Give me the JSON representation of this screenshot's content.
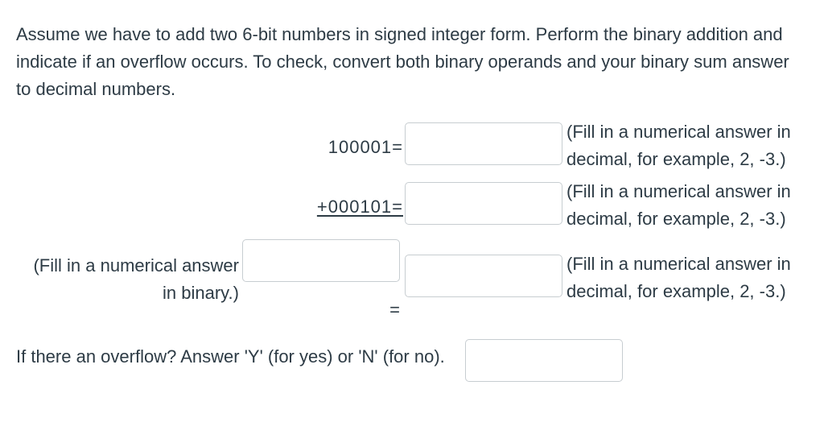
{
  "prompt": "Assume we have to add two 6-bit numbers in signed integer form. Perform the binary addition and indicate if an overflow occurs. To check, convert both binary operands and your binary sum answer to decimal numbers.",
  "addition": {
    "operand1_label": "100001=",
    "operand2_label": "+000101=",
    "equals_sign": "=",
    "decimal_hint": {
      "line1": "(Fill in a numerical answer in",
      "line2": "decimal, for example, 2, -3.)"
    },
    "binary_hint": {
      "line1": "(Fill in a numerical answer",
      "line2": "in binary.)"
    }
  },
  "overflow": {
    "prompt": "If there an overflow? Answer 'Y' (for yes) or 'N' (for no)."
  },
  "inputs": {
    "operand1_decimal": "",
    "operand2_decimal": "",
    "sum_binary": "",
    "sum_decimal": "",
    "overflow_answer": ""
  },
  "colors": {
    "text": "#2d3b45",
    "input_border": "#c7cdd1",
    "page_background": "#ffffff"
  }
}
